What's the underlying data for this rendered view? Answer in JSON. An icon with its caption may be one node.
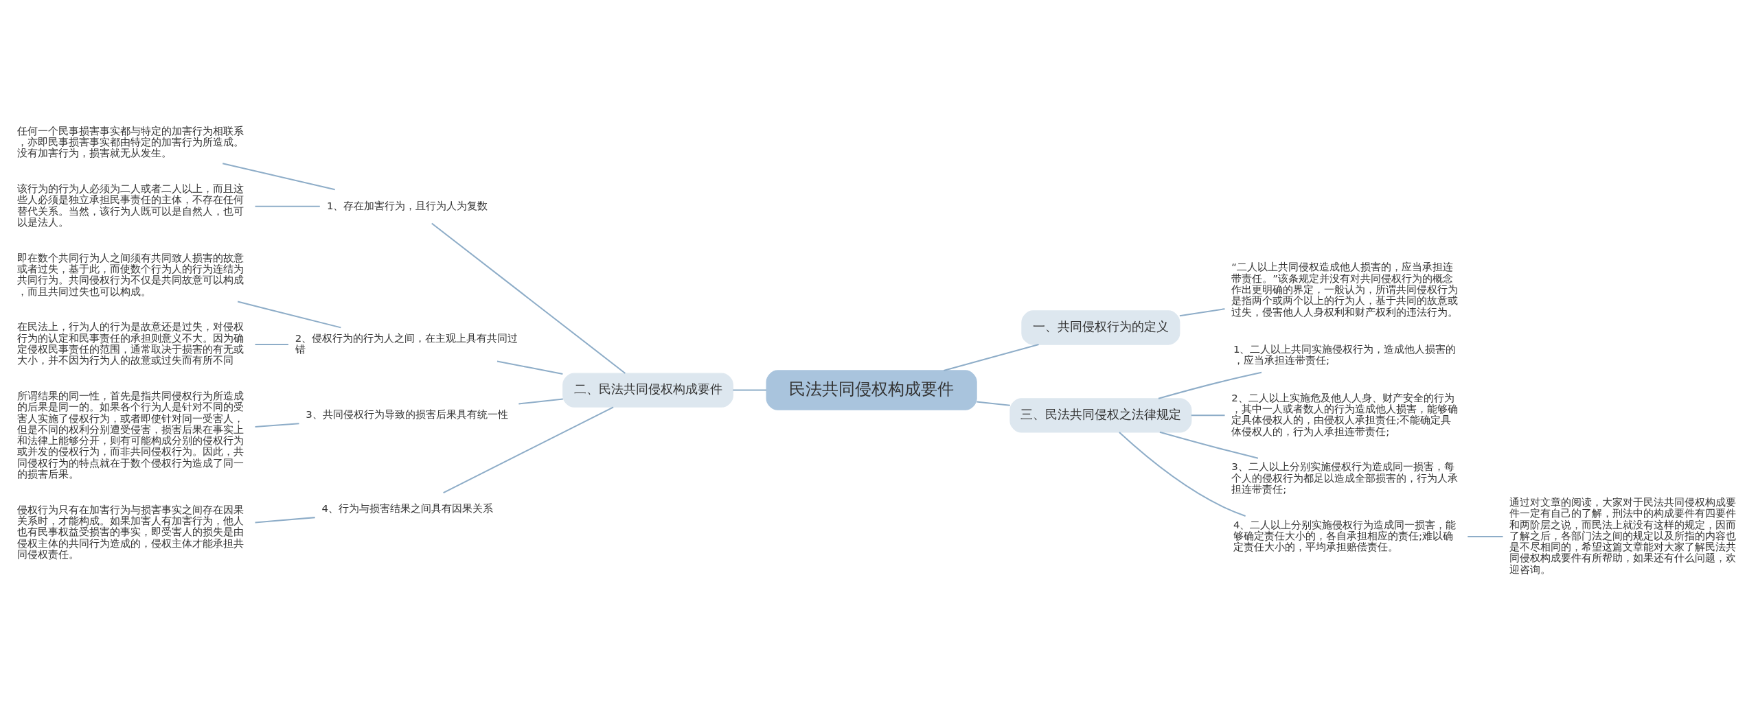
{
  "diagram": {
    "nodes": [
      {
        "text": [
          "民法共同侵权构成要件"
        ]
      },
      {
        "text": [
          "一、共同侵权行为的定义"
        ]
      },
      {
        "text": [
          "“二人以上共同侵权造成他人损害的，应当承担连带责任。”该条规定并没有对共同侵权行为的概念作出更明确的界定，一般认为，所谓共同侵权行为是指两个或两个以上的行为人，基于共同的故意或过失，侵害他人人身权利和财产权利的违法行为。"
        ]
      },
      {
        "text": [
          "二、民法共同侵权构成要件"
        ]
      },
      {
        "text": [
          "1、存在加害行为，且行为人为复数"
        ]
      },
      {
        "text": [
          "任何一个民事损害事实都与特定的加害行为相联系，亦即民事损害事实都由特定的加害行为所造成。没有加害行为，损害就无从发生。"
        ]
      },
      {
        "text": [
          "该行为的行为人必须为二人或者二人以上，而且这些人必须是独立承担民事责任的主体，不存在任何替代关系。当然，该行为人既可以是自然人，也可以是法人。"
        ]
      },
      {
        "text": [
          "2、侵权行为的行为人之间，在主观上具有共同过错"
        ]
      },
      {
        "text": [
          "即在数个共同行为人之间须有共同致人损害的故意或者过失，基于此，而使数个行为人的行为连结为共同行为。共同侵权行为不仅是共同故意可以构成，而且共同过失也可以构成。"
        ]
      },
      {
        "text": [
          "在民法上，行为人的行为是故意还是过失，对侵权行为的认定和民事责任的承担则意义不大。因为确定侵权民事责任的范围，通常取决于损害的有无或大小，并不因为行为人的故意或过失而有所不同"
        ]
      },
      {
        "text": [
          "3、共同侵权行为导致的损害后果具有统一性"
        ]
      },
      {
        "text": [
          "所谓结果的同一性，首先是指共同侵权行为所造成的后果是同一的。如果各个行为人是针对不同的受害人实施了侵权行为，或者即使针对同一受害人，但是不同的权利分别遭受侵害，损害后果在事实上和法律上能够分开，则有可能构成分别的侵权行为或并发的侵权行为，而非共同侵权行为。因此，共同侵权行为的特点就在于数个侵权行为造成了同一的损害后果。"
        ]
      },
      {
        "text": [
          "4、行为与损害结果之间具有因果关系"
        ]
      },
      {
        "text": [
          "侵权行为只有在加害行为与损害事实之间存在因果关系时，才能构成。如果加害人有加害行为，他人也有民事权益受损害的事实，即受害人的损失是由侵权主体的共同行为造成的，侵权主体才能承担共同侵权责任。"
        ]
      },
      {
        "text": [
          "三、民法共同侵权之法律规定"
        ]
      },
      {
        "text": [
          "1、二人以上共同实施侵权行为，造成他人损害的，应当承担连带责任;"
        ]
      },
      {
        "text": [
          "2、二人以上实施危及他人人身、财产安全的行为，其中一人或者数人的行为造成他人损害，能够确定具体侵权人的，由侵权人承担责任;不能确定具体侵权人的，行为人承担连带责任;"
        ]
      },
      {
        "text": [
          "3、二人以上分别实施侵权行为造成同一损害，每个人的侵权行为都足以造成全部损害的，行为人承担连带责任;"
        ]
      },
      {
        "text": [
          "4、二人以上分别实施侵权行为造成同一损害，能够确定责任大小的，各自承担相应的责任;难以确定责任大小的，平均承担赔偿责任。"
        ]
      },
      {
        "text": [
          "通过对文章的阅读，大家对于民法共同侵权构成要件一定有自己的了解，刑法中的构成要件有四要件和两阶层之说，而民法上就没有这样的规定，因而了解之后，各部门法之间的规定以及所指的内容也是不尽相同的，希望这篇文章能对大家了解民法共同侵权构成要件有所帮助，如果还有什么问题，欢迎咨询。"
        ]
      }
    ],
    "edges": [
      {
        "from": 0,
        "to": 1,
        "arrow": "none"
      },
      {
        "from": 1,
        "to": 2,
        "arrow": "none"
      },
      {
        "from": 0,
        "to": 3,
        "arrow": "none"
      },
      {
        "from": 3,
        "to": 4,
        "arrow": "none"
      },
      {
        "from": 4,
        "to": 5,
        "arrow": "none"
      },
      {
        "from": 4,
        "to": 6,
        "arrow": "none"
      },
      {
        "from": 3,
        "to": 7,
        "arrow": "none"
      },
      {
        "from": 7,
        "to": 8,
        "arrow": "none"
      },
      {
        "from": 7,
        "to": 9,
        "arrow": "none"
      },
      {
        "from": 3,
        "to": 10,
        "arrow": "none"
      },
      {
        "from": 10,
        "to": 11,
        "arrow": "none"
      },
      {
        "from": 3,
        "to": 12,
        "arrow": "none"
      },
      {
        "from": 12,
        "to": 13,
        "arrow": "none"
      },
      {
        "from": 0,
        "to": 14,
        "arrow": "none"
      },
      {
        "from": 14,
        "to": 15,
        "arrow": "none"
      },
      {
        "from": 14,
        "to": 16,
        "arrow": "none"
      },
      {
        "from": 14,
        "to": 17,
        "arrow": "none"
      },
      {
        "from": 14,
        "to": 18,
        "arrow": "none"
      },
      {
        "from": 18,
        "to": 19,
        "arrow": "none"
      }
    ]
  }
}
